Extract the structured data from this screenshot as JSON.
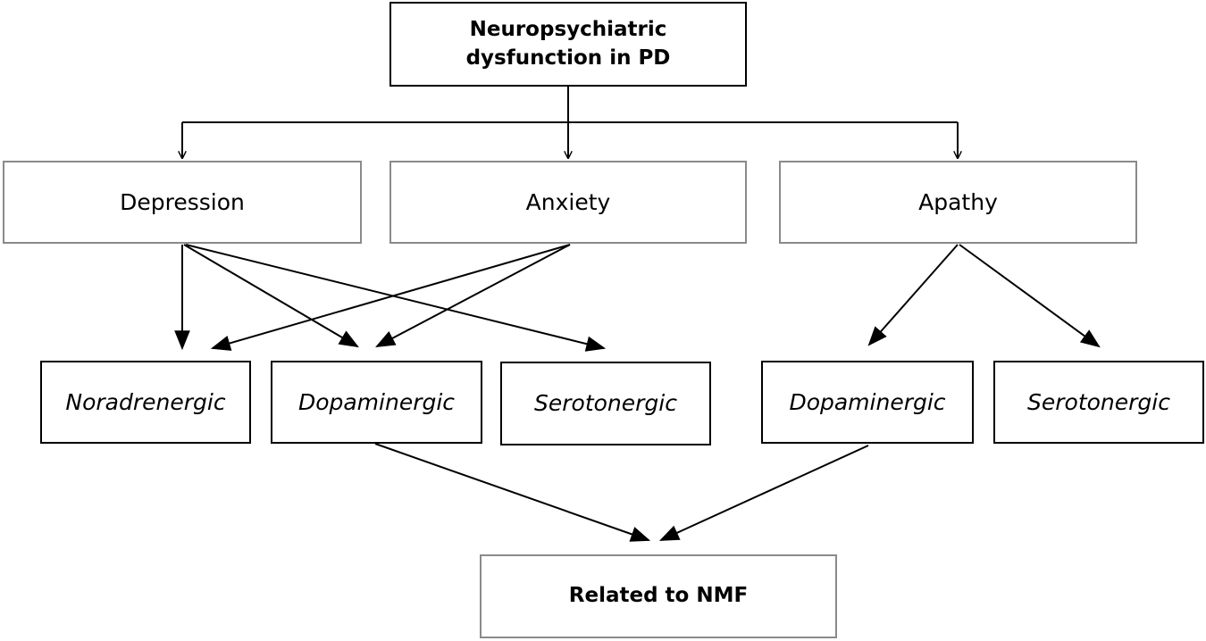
{
  "root": {
    "line1": "Neuropsychiatric",
    "line2": "dysfunction in PD"
  },
  "categories": {
    "depression": "Depression",
    "anxiety": "Anxiety",
    "apathy": "Apathy"
  },
  "systems": {
    "noradrenergic": "Noradrenergic",
    "dopaminergic_left": "Dopaminergic",
    "serotonergic_left": "Serotonergic",
    "dopaminergic_right": "Dopaminergic",
    "serotonergic_right": "Serotonergic"
  },
  "outcome": "Related to NMF"
}
